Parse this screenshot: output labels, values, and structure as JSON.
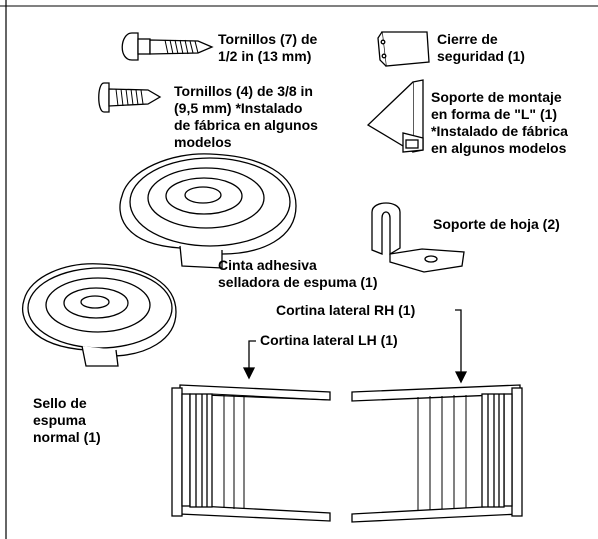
{
  "parts": {
    "screws_half_inch": {
      "line1": "Tornillos (7) de",
      "line2": "1/2 in (13 mm)"
    },
    "safety_latch": {
      "line1": "Cierre de",
      "line2": "seguridad (1)"
    },
    "screws_3_8_inch": {
      "line1": "Tornillos (4) de 3/8 in",
      "line2": "(9,5 mm) *Instalado",
      "line3": "de fábrica en algunos",
      "line4": "modelos"
    },
    "l_bracket": {
      "line1": "Soporte de montaje",
      "line2": "en forma de \"L\" (1)",
      "line3": "*Instalado de fábrica",
      "line4": "en algunos modelos"
    },
    "sash_bracket": {
      "line1": "Soporte de hoja (2)"
    },
    "foam_tape": {
      "line1": "Cinta adhesiva",
      "line2": "selladora de espuma (1)"
    },
    "side_curtain_rh": {
      "line1": "Cortina lateral RH (1)"
    },
    "side_curtain_lh": {
      "line1": "Cortina lateral LH (1)"
    },
    "foam_seal": {
      "line1": "Sello de",
      "line2": "espuma",
      "line3": "normal (1)"
    }
  }
}
